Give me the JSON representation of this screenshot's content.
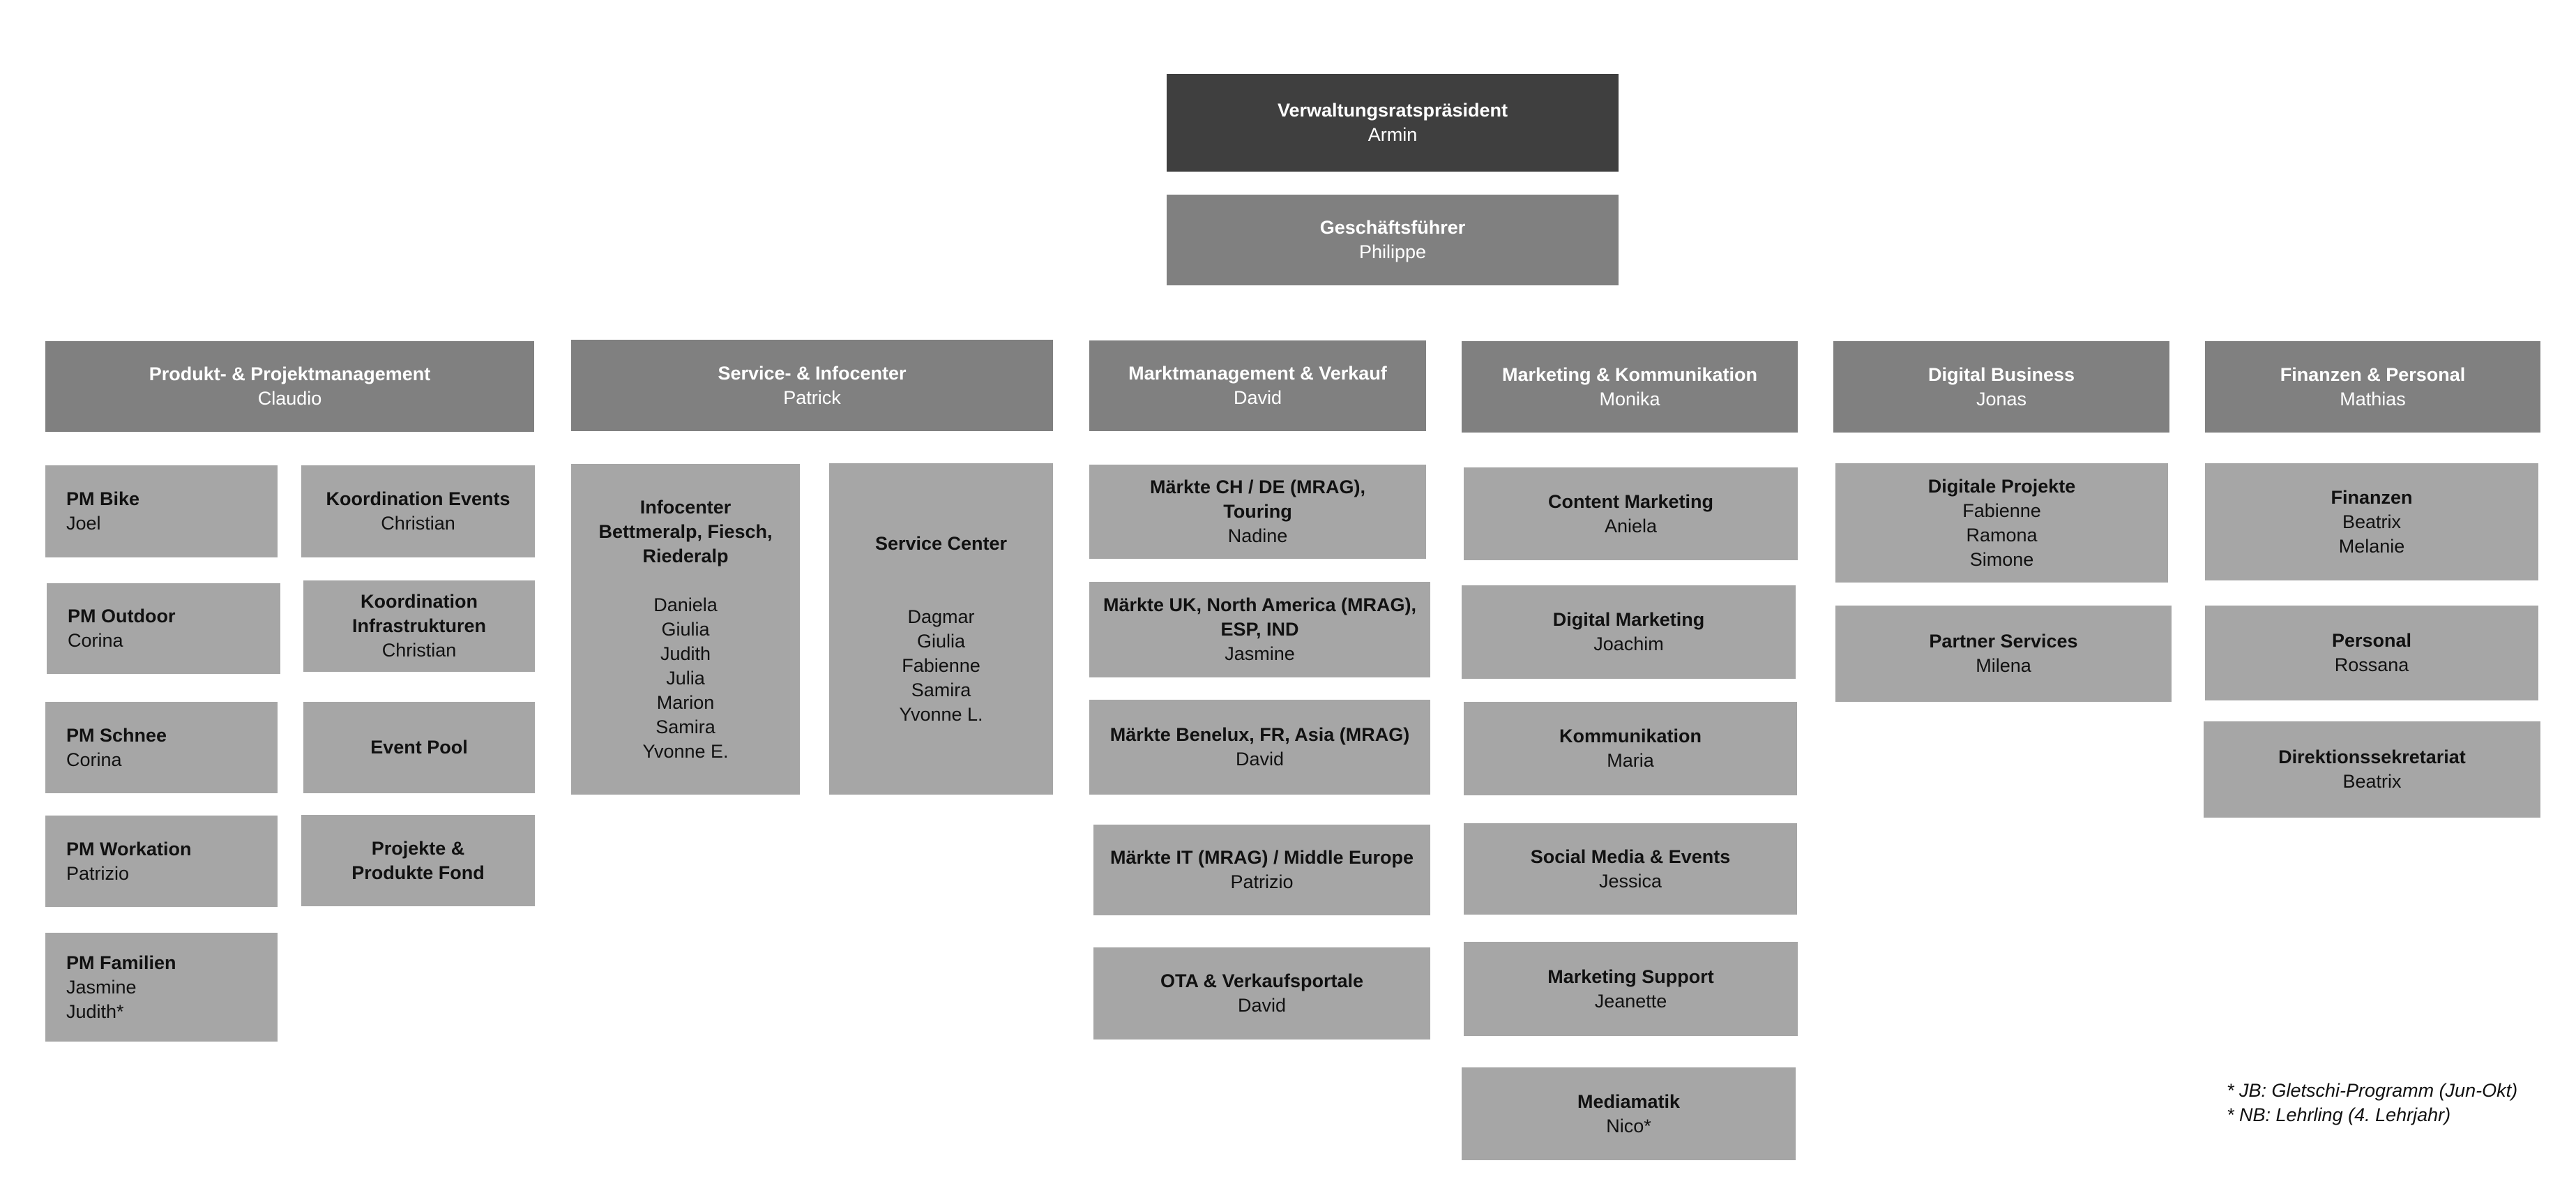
{
  "president": {
    "title": "Verwaltungsratspräsident",
    "name": "Armin"
  },
  "ceo": {
    "title": "Geschäftsführer",
    "name": "Philippe"
  },
  "departments": [
    {
      "title": "Produkt- & Projektmanagement",
      "name": "Claudio"
    },
    {
      "title": "Service- & Infocenter",
      "name": "Patrick"
    },
    {
      "title": "Marktmanagement & Verkauf",
      "name": "David"
    },
    {
      "title": "Marketing & Kommunikation",
      "name": "Monika"
    },
    {
      "title": "Digital Business",
      "name": "Jonas"
    },
    {
      "title": "Finanzen & Personal",
      "name": "Mathias"
    }
  ],
  "units": {
    "pm_bike": {
      "title": "PM Bike",
      "names": [
        "Joel"
      ]
    },
    "pm_outdoor": {
      "title": "PM Outdoor",
      "names": [
        "Corina"
      ]
    },
    "pm_schnee": {
      "title": "PM Schnee",
      "names": [
        "Corina"
      ]
    },
    "pm_workation": {
      "title": "PM Workation",
      "names": [
        "Patrizio"
      ]
    },
    "pm_familien": {
      "title": "PM Familien",
      "names": [
        "Jasmine",
        "Judith*"
      ]
    },
    "koord_events": {
      "title": "Koordination Events",
      "names": [
        "Christian"
      ]
    },
    "koord_infra": {
      "title_lines": [
        "Koordination",
        "Infrastrukturen"
      ],
      "names": [
        "Christian"
      ]
    },
    "event_pool": {
      "title": "Event Pool"
    },
    "projekte_fond": {
      "title_lines": [
        "Projekte &",
        "Produkte Fond"
      ]
    },
    "infocenter": {
      "title_lines": [
        "Infocenter",
        "Bettmeralp, Fiesch,",
        "Riederalp"
      ],
      "names": [
        "Daniela",
        "Giulia",
        "Judith",
        "Julia",
        "Marion",
        "Samira",
        "Yvonne E."
      ]
    },
    "service_center": {
      "title": "Service Center",
      "names": [
        "Dagmar",
        "Giulia",
        "Fabienne",
        "Samira",
        "Yvonne L."
      ]
    },
    "maerkte_ch": {
      "title_lines": [
        "Märkte CH / DE (MRAG),",
        "Touring"
      ],
      "names": [
        "Nadine"
      ]
    },
    "maerkte_uk": {
      "title_lines": [
        "Märkte UK, North America (MRAG),",
        "ESP, IND"
      ],
      "names": [
        "Jasmine"
      ]
    },
    "maerkte_benelux": {
      "title": "Märkte Benelux, FR, Asia (MRAG)",
      "names": [
        "David"
      ]
    },
    "maerkte_it": {
      "title": "Märkte IT (MRAG) / Middle Europe",
      "names": [
        "Patrizio"
      ]
    },
    "ota": {
      "title": "OTA & Verkaufsportale",
      "names": [
        "David"
      ]
    },
    "content_marketing": {
      "title": "Content Marketing",
      "names": [
        "Aniela"
      ]
    },
    "digital_marketing": {
      "title": "Digital Marketing",
      "names": [
        "Joachim"
      ]
    },
    "kommunikation": {
      "title": "Kommunikation",
      "names": [
        "Maria"
      ]
    },
    "social_media": {
      "title": "Social Media & Events",
      "names": [
        "Jessica"
      ]
    },
    "marketing_support": {
      "title": "Marketing Support",
      "names": [
        "Jeanette"
      ]
    },
    "mediamatik": {
      "title": "Mediamatik",
      "names": [
        "Nico*"
      ]
    },
    "digitale_projekte": {
      "title": "Digitale Projekte",
      "names": [
        "Fabienne",
        "Ramona",
        "Simone"
      ]
    },
    "partner_services": {
      "title": "Partner Services",
      "names": [
        "Milena"
      ]
    },
    "finanzen": {
      "title": "Finanzen",
      "names": [
        "Beatrix",
        "Melanie"
      ]
    },
    "personal": {
      "title": "Personal",
      "names": [
        "Rossana"
      ]
    },
    "direktionssekretariat": {
      "title": "Direktionssekretariat",
      "names": [
        "Beatrix"
      ]
    }
  },
  "footnotes": [
    "* JB: Gletschi-Programm (Jun-Okt)",
    "* NB: Lehrling (4. Lehrjahr)"
  ],
  "colors": {
    "president": "#3f3f3f",
    "department": "#808080",
    "unit": "#a6a6a6",
    "text_light": "#ffffff",
    "text_dark": "#111111"
  }
}
